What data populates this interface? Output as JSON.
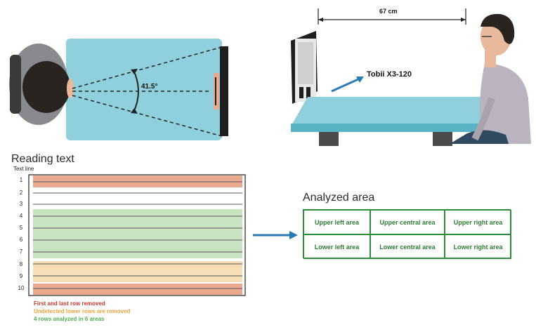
{
  "top_view": {
    "angle_label": "41.5°"
  },
  "side_view": {
    "distance_label": "67 cm",
    "tracker_label": "Tobii X3-120"
  },
  "reading": {
    "title": "Reading text",
    "text_line_label": "Text line",
    "row_numbers": [
      "1",
      "2",
      "3",
      "4",
      "5",
      "6",
      "7",
      "8",
      "9",
      "10"
    ],
    "legend": [
      {
        "text": "First and last row removed",
        "color": "#c0392b"
      },
      {
        "text": "Undetected lower rows are removed",
        "color": "#e6a33a"
      },
      {
        "text": "4 rows analyzed in 6 areas",
        "color": "#4caf50"
      }
    ]
  },
  "analyzed": {
    "title": "Analyzed area",
    "cells": [
      "Upper left area",
      "Upper central area",
      "Upper right area",
      "Lower left area",
      "Lower central area",
      "Lower right area"
    ]
  },
  "colors": {
    "table": "#8fd0dc",
    "table_dark": "#5ab3c4",
    "removed_band": "#e9a98f",
    "undetected_band": "#f6dfb6",
    "analyzed_band": "#c9e3c1",
    "arrow": "#2a7ab8",
    "grid_green": "#2e8b3a"
  }
}
